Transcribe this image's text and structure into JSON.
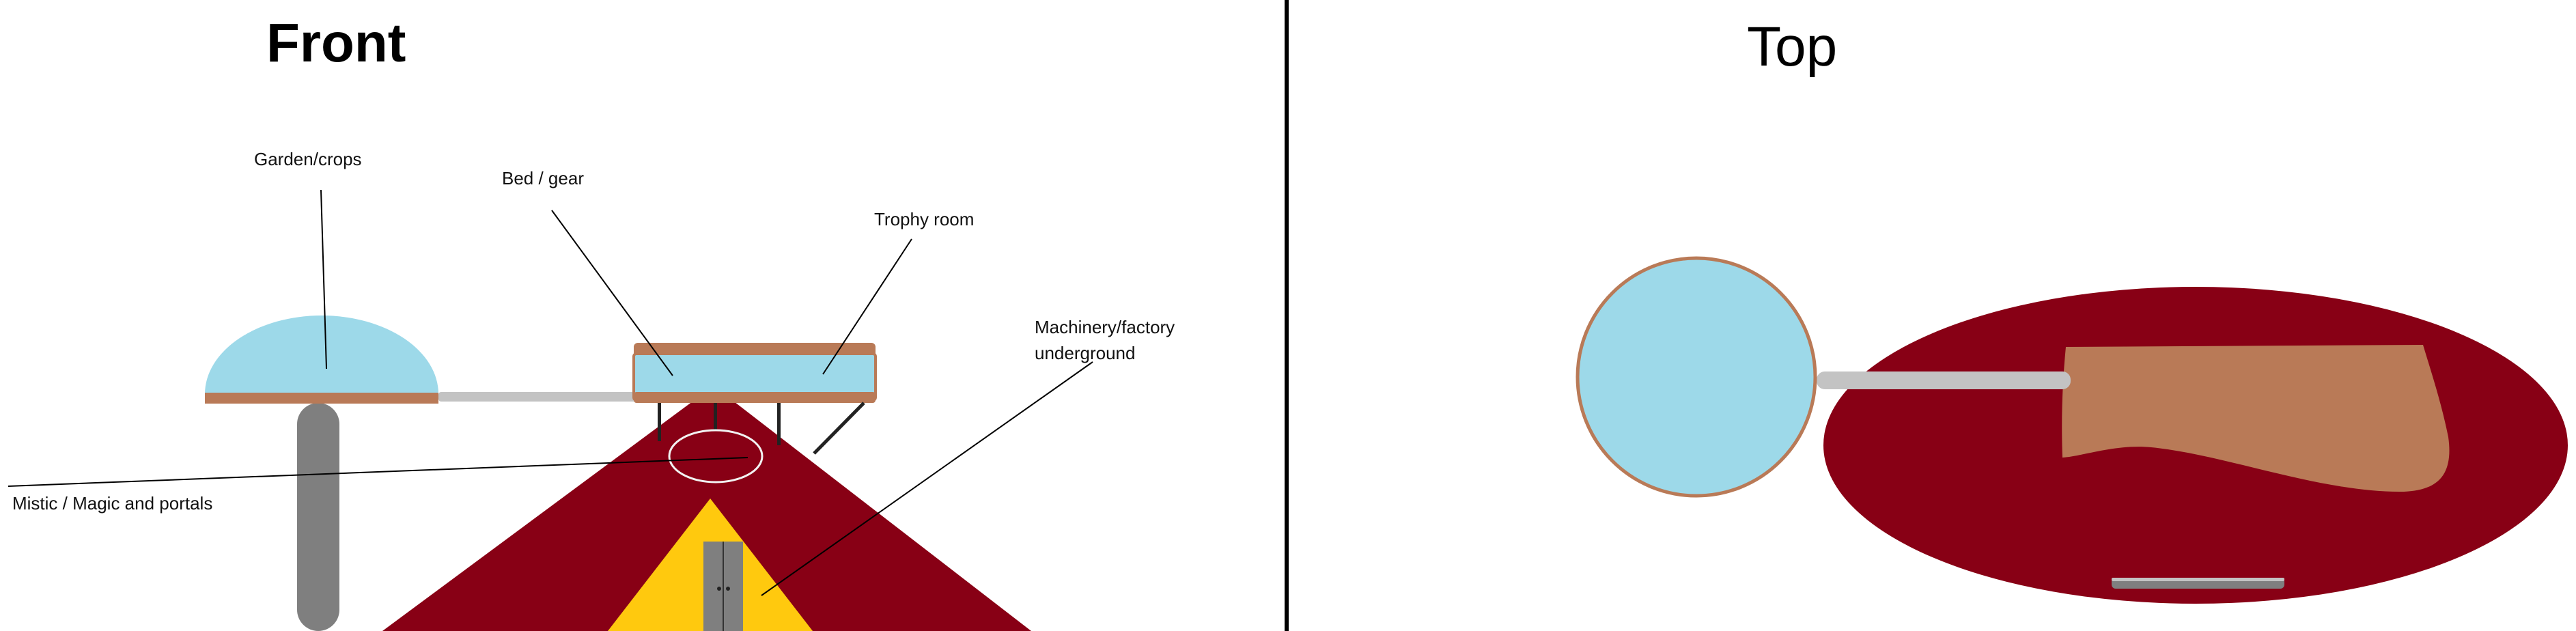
{
  "front": {
    "title": "Front",
    "labels": {
      "garden": "Garden/crops",
      "bed": "Bed / gear",
      "trophy": "Trophy room",
      "machinery_line1": "Machinery/factory",
      "machinery_line2": "underground",
      "mistic": "Mistic / Magic and portals"
    }
  },
  "top": {
    "title": "Top"
  },
  "colors": {
    "sky_blue": "#9dd9e9",
    "brown": "#b97a57",
    "dark_red": "#880015",
    "yellow": "#ffc90e",
    "gray": "#7f7f7f",
    "light_gray": "#c3c3c3"
  }
}
